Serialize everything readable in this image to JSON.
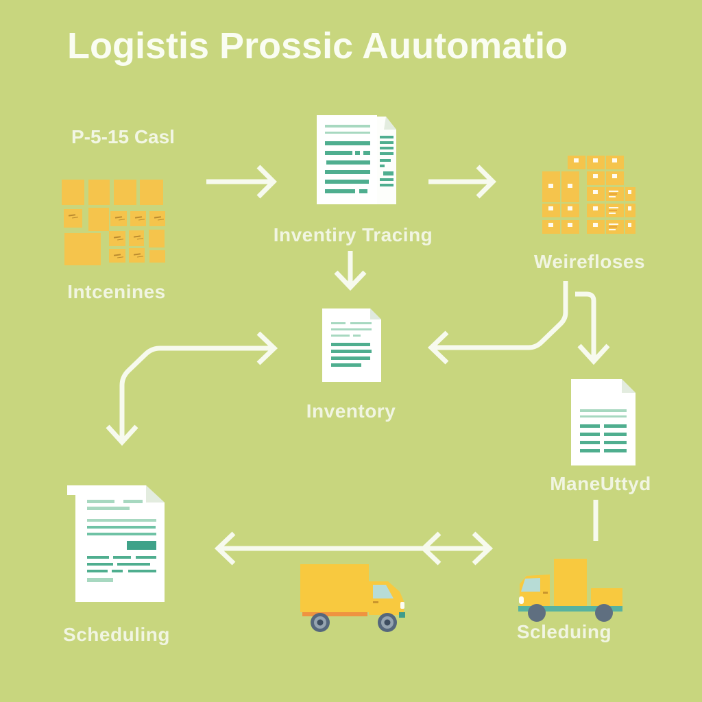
{
  "title": "Logistis Prossic Auutomatio",
  "code_label": "P-5-15 Casl",
  "nodes": {
    "pallets": {
      "label": "Intcenines",
      "icon": "pallet-stack-icon"
    },
    "tracking": {
      "label": "Inventiry Tracing",
      "icon": "document-pages-icon"
    },
    "warehouse": {
      "label": "Weirefloses",
      "icon": "box-wall-icon"
    },
    "inventory": {
      "label": "Inventory",
      "icon": "document-icon"
    },
    "manifest": {
      "label": "ManeUttyd",
      "icon": "document-icon"
    },
    "scheduling": {
      "label": "Scheduling",
      "icon": "large-document-icon"
    },
    "delivery": {
      "label": "Scleduing",
      "icon": "flatbed-truck-icon"
    },
    "transport": {
      "label": "",
      "icon": "box-truck-icon"
    }
  },
  "edges": [
    {
      "from": "pallets",
      "to": "tracking",
      "type": "arrow-right"
    },
    {
      "from": "tracking",
      "to": "warehouse",
      "type": "arrow-right"
    },
    {
      "from": "tracking",
      "to": "inventory",
      "type": "arrow-down"
    },
    {
      "from": "warehouse",
      "to": "inventory",
      "type": "elbow-arrow-left"
    },
    {
      "from": "warehouse",
      "to": "manifest",
      "type": "elbow-arrow-down"
    },
    {
      "from": "pallets",
      "to": "inventory",
      "type": "branch-arrow-right"
    },
    {
      "from": "pallets",
      "to": "scheduling",
      "type": "branch-arrow-down"
    },
    {
      "from": "scheduling",
      "to": "delivery",
      "type": "double-headed-arrow"
    },
    {
      "from": "manifest",
      "to": "delivery",
      "type": "plain-line"
    }
  ],
  "colors": {
    "background": "#c8d67e",
    "box_yellow": "#f5c44c",
    "truck_yellow": "#f8c93f",
    "accent_orange": "#ef9340",
    "teal_light": "#a7d8c0",
    "teal_mid": "#6fc2a5",
    "teal_dark": "#4fae8f",
    "teal_block": "#3fa289",
    "flatbed_teal": "#57b2a0",
    "window_blue": "#b7dcd6",
    "wheel_slate": "#55677c",
    "arrow_white": "#f7faee",
    "text_white": "#f1f5e2"
  }
}
